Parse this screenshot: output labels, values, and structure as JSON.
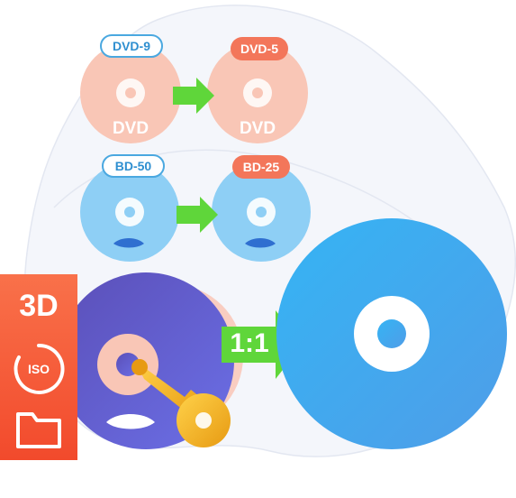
{
  "colors": {
    "dvd_disc": "#f9c6b6",
    "dvd_label_text": "#ffffff",
    "bd_disc": "#8ecff5",
    "arrow_green": "#5fd63a",
    "pill_outline": "#4aa8e0",
    "pill_fill": "#f3765a",
    "source_disc": "#5c5fc9",
    "target_disc": "#3fa9f0",
    "side_panel": "#f45a37",
    "key_gold": "#f2b31d"
  },
  "dvd_row": {
    "source_badge": "DVD-9",
    "target_badge": "DVD-5",
    "disc_label": "DVD"
  },
  "bd_row": {
    "source_badge": "BD-50",
    "target_badge": "BD-25"
  },
  "copy_mode": {
    "ratio_label": "1:1"
  },
  "side_panel": {
    "label_3d": "3D",
    "iso_label": "ISO"
  },
  "icons": [
    "dvd-disc-icon",
    "bluray-disc-icon",
    "right-arrow-icon",
    "key-icon",
    "iso-icon",
    "folder-icon",
    "bluray-logo-icon"
  ]
}
